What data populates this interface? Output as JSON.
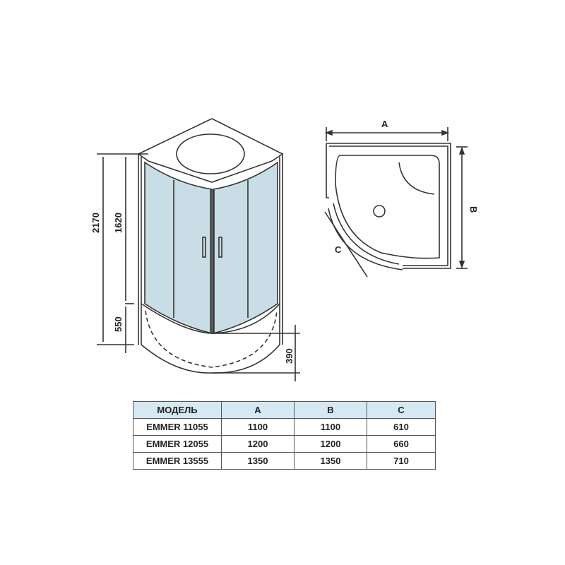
{
  "front_view": {
    "dimensions": {
      "total_height": "2170",
      "glass_height": "1620",
      "tray_height": "550",
      "tray_depth": "390"
    },
    "colors": {
      "glass": "#c9dde6",
      "line": "#333333"
    }
  },
  "top_view": {
    "labels": {
      "width": "A",
      "depth": "B",
      "door": "C"
    }
  },
  "table": {
    "headers": [
      "МОДЕЛЬ",
      "A",
      "B",
      "C"
    ],
    "rows": [
      [
        "EMMER 11055",
        "1100",
        "1100",
        "610"
      ],
      [
        "EMMER 12055",
        "1200",
        "1200",
        "660"
      ],
      [
        "EMMER 13555",
        "1350",
        "1350",
        "710"
      ]
    ],
    "header_color": "#d6e8f2"
  }
}
